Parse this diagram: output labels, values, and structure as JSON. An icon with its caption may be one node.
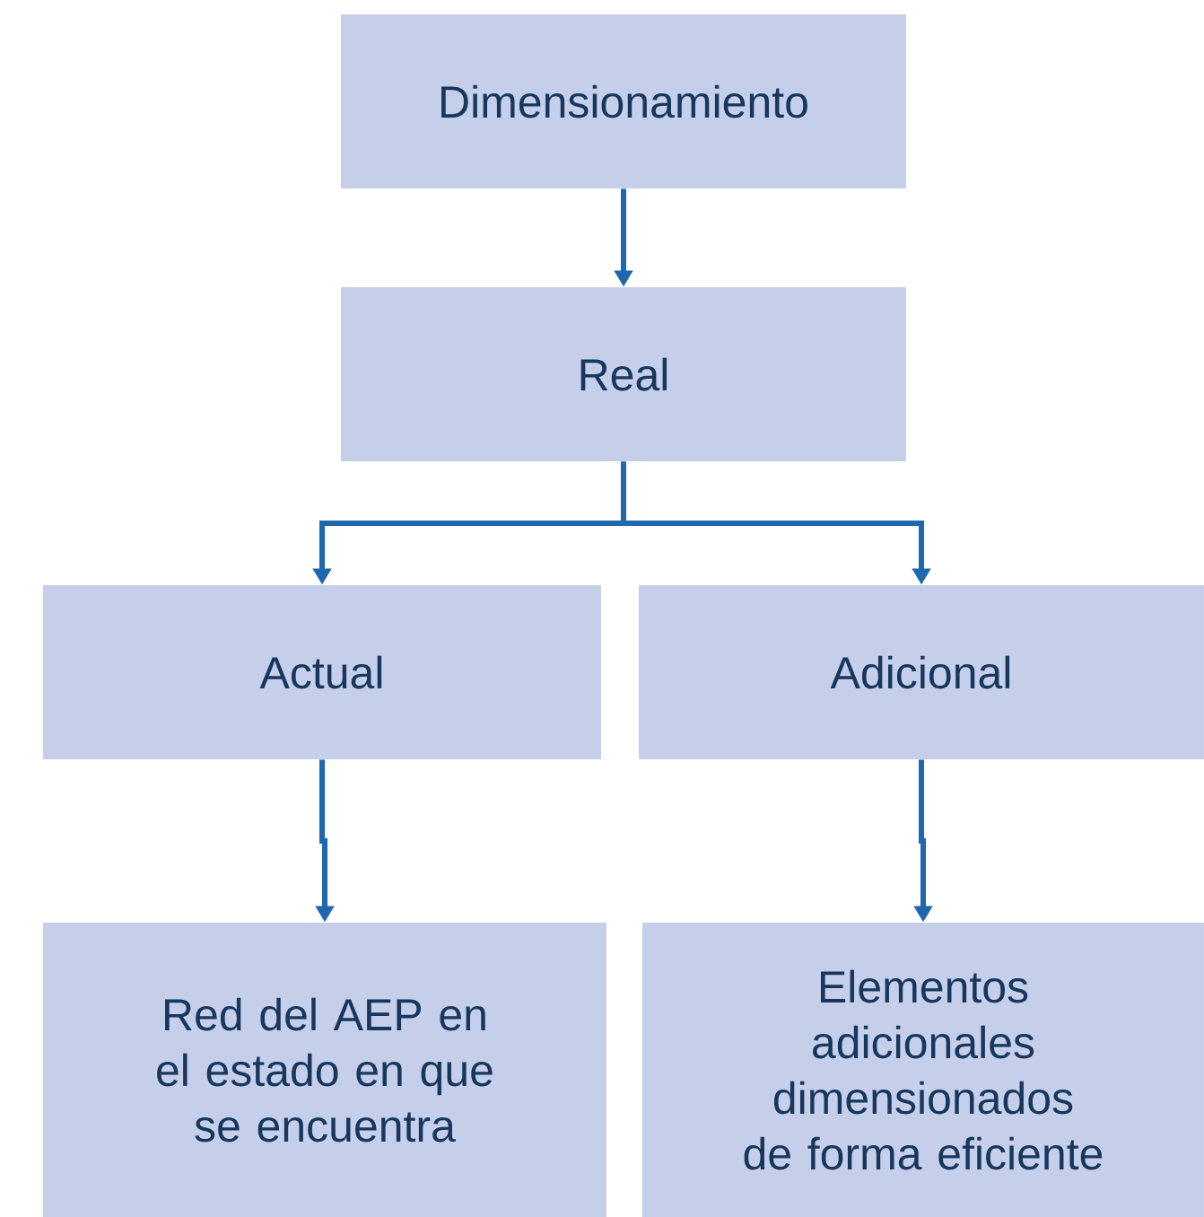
{
  "diagram": {
    "nodes": [
      {
        "text": [
          "Dimensionamiento"
        ]
      },
      {
        "text": [
          "Real"
        ]
      },
      {
        "text": [
          "Actual"
        ]
      },
      {
        "text": [
          "Adicional"
        ]
      },
      {
        "text": [
          "Red del AEP en el estado en que se encuentra"
        ]
      },
      {
        "text": [
          "Elementos adicionales dimensionados de forma eficiente"
        ]
      }
    ],
    "edges": [
      {
        "from": 0,
        "to": 1,
        "arrow": "to"
      },
      {
        "from": 1,
        "to": 2,
        "arrow": "to"
      },
      {
        "from": 1,
        "to": 3,
        "arrow": "to"
      },
      {
        "from": 2,
        "to": 4,
        "arrow": "to"
      },
      {
        "from": 3,
        "to": 5,
        "arrow": "to"
      }
    ]
  }
}
